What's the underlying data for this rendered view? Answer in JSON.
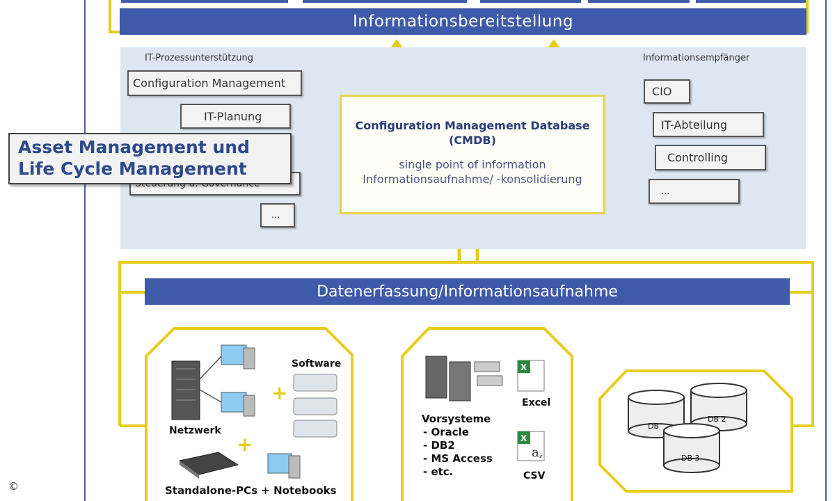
{
  "header": {
    "title": "Informationsbereitstellung"
  },
  "left_group": {
    "heading": "IT-Prozessunterstützung",
    "items": [
      "Configuration  Management",
      "IT-Planung",
      "Steuerung u. Governance",
      "..."
    ]
  },
  "right_group": {
    "heading": "Informationsempfänger",
    "items": [
      "CIO",
      "IT-Abteilung",
      "Controlling",
      "..."
    ]
  },
  "cmdb": {
    "title": "Configuration Management Database",
    "abbr": "(CMDB)",
    "line1": "single point of information",
    "line2": "Informationsaufnahme/ -konsolidierung"
  },
  "callout": {
    "line1": "Asset Management und",
    "line2": "Life Cycle Management"
  },
  "data_bar": {
    "title": "Datenerfassung/Informationsaufnahme"
  },
  "sources": {
    "network": {
      "software": "Software",
      "netzwerk": "Netzwerk",
      "standalone": "Standalone-PCs + Notebooks",
      "plus": "+"
    },
    "vorsysteme": {
      "excel": "Excel",
      "csv": "CSV",
      "lines": [
        "Vorsysteme",
        "- Oracle",
        "- DB2",
        "- MS Access",
        "- etc."
      ]
    },
    "databases": [
      "DB",
      "DB 2",
      "DB 3"
    ]
  },
  "copyright": "©",
  "colors": {
    "accent_blue": "#3f5aa8",
    "arrow_yellow": "#e8cc1c",
    "panel": "#dde6f1"
  }
}
